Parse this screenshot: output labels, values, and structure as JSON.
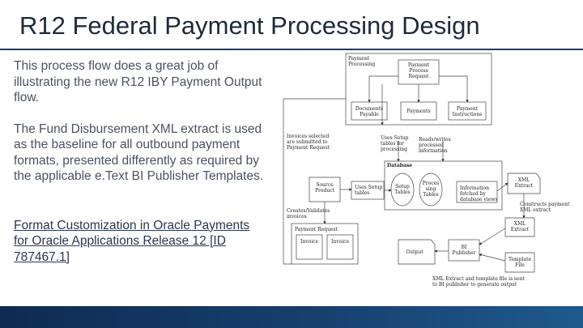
{
  "slide": {
    "title": "R12 Federal Payment Processing Design",
    "paragraph1": "This process flow does a great job of illustrating the new R12 IBY Payment Output flow.",
    "paragraph2": "The Fund Disbursement XML extract is used as the baseline for all outbound payment formats, presented differently as required by the applicable e.Text BI Publisher Templates.",
    "link": "Format Customization in Oracle Payments for Oracle Applications Release 12 [ID 787467.1]"
  },
  "diagram": {
    "payment_processing_label": [
      "Payment",
      "Processing"
    ],
    "payment_process_request": [
      "Payment",
      "Process",
      "Request"
    ],
    "documents_payable": [
      "Documents",
      "Payable"
    ],
    "payments": [
      "Payments"
    ],
    "payment_instructions": [
      "Payment",
      "Instructions"
    ],
    "invoices_note": [
      "Invoices selected",
      "are submitted to",
      "Payment Request"
    ],
    "uses_setup_note": [
      "Uses Setup",
      "tables for",
      "processing"
    ],
    "reads_writes_note": [
      "Reads/writes",
      "processed",
      "information"
    ],
    "database_label": "Database",
    "source_product": [
      "Source",
      "Product"
    ],
    "uses_setup_tables": [
      "Uses Setup",
      "tables"
    ],
    "setup_tables": [
      "Setup",
      "Tables"
    ],
    "processing_tables": [
      "Proces",
      "sing",
      "Tables"
    ],
    "information_fetched": [
      "Information",
      "fetched by",
      "database views"
    ],
    "xml_extract_top": [
      "XML",
      "Extract"
    ],
    "constructs_payment": [
      "Constructs payment",
      "XML extract"
    ],
    "creates_note": [
      "Creates/Validates",
      "invoices"
    ],
    "payment_request_label": "Payment Request",
    "invoice_1": "Invoice",
    "invoice_2": "Invoice",
    "output_label": "Output",
    "bi_publisher": [
      "BI",
      "Publisher"
    ],
    "xml_extract_right": [
      "XML",
      "Extract"
    ],
    "template_file": [
      "Template",
      "File"
    ],
    "bottom_note": [
      "XML Extract and template file is sent",
      "to BI publisher to generate output"
    ]
  }
}
